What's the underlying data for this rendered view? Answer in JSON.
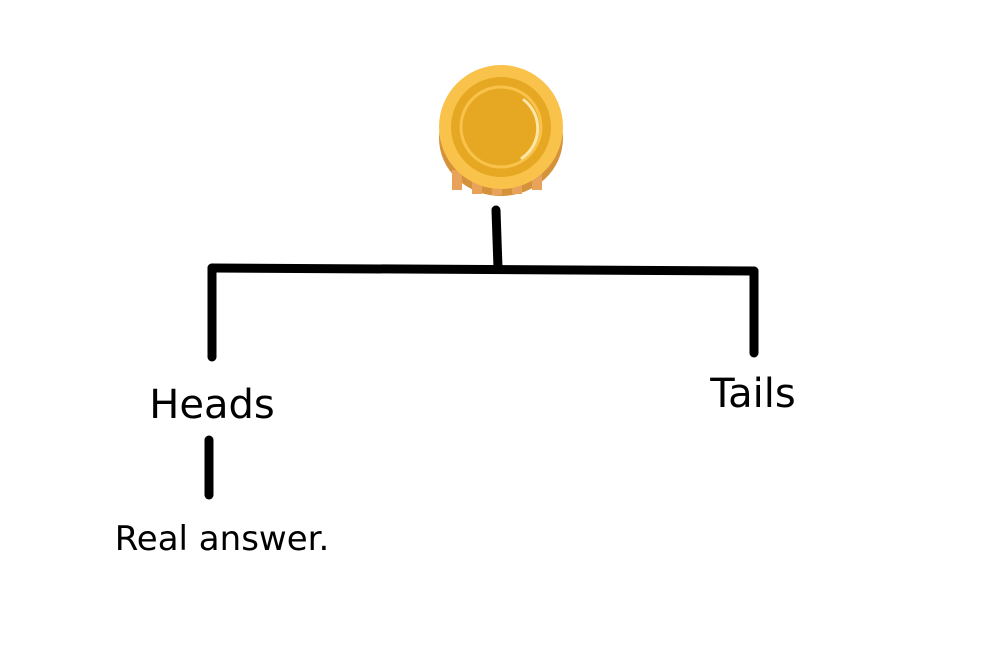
{
  "nodes": {
    "root": {
      "icon": "coin-icon"
    },
    "heads": {
      "label": "Heads"
    },
    "tails": {
      "label": "Tails"
    },
    "heads_child": {
      "label": "Real answer."
    }
  },
  "colors": {
    "line": "#000000",
    "coin_face": "#e6a823",
    "coin_rim": "#f9c24a",
    "coin_edge": "#d4923a",
    "coin_edge_stripe": "#e8a25a",
    "coin_highlight": "#fde6a8"
  }
}
